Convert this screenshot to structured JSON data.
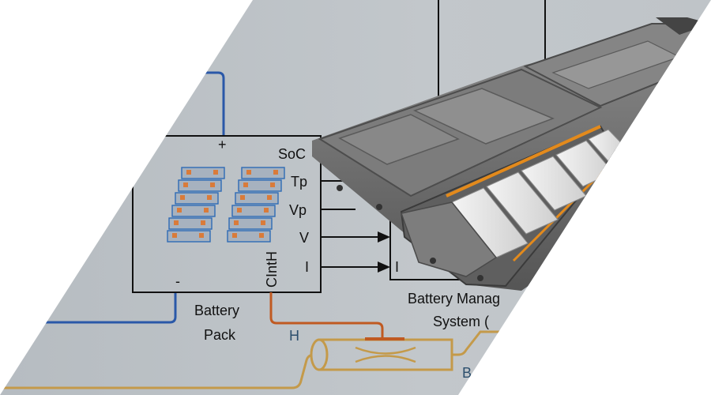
{
  "battery_block": {
    "title_line1": "Battery",
    "title_line2": "Pack",
    "ports": [
      "SoC",
      "Tp",
      "Vp",
      "V",
      "I"
    ],
    "bottom_port": "CIntH",
    "plus_sign": "+",
    "minus_sign": "-"
  },
  "bms_block": {
    "title_line1": "Battery Manag",
    "title_line2": "System (",
    "port_in": "I"
  },
  "wires": {
    "thermal_label": "H",
    "b_label": "B"
  },
  "colors": {
    "background": "#bdc2c6",
    "electrical_wire": "#2a58a8",
    "thermal_wire": "#c05a22",
    "fluid_pipe": "#c49a4a",
    "block_border": "#111111",
    "cell_body": "#9aa6b4",
    "cell_accent": "#d97b3a",
    "battery_shell": "#6e6e6e",
    "battery_module": "#e9e9e9",
    "battery_orange": "#e38a1c"
  },
  "icons": {
    "battery_cells": "battery-cells-icon",
    "heat_exchanger": "heat-exchanger-icon",
    "ev_battery_render": "ev-battery-pack-icon"
  }
}
